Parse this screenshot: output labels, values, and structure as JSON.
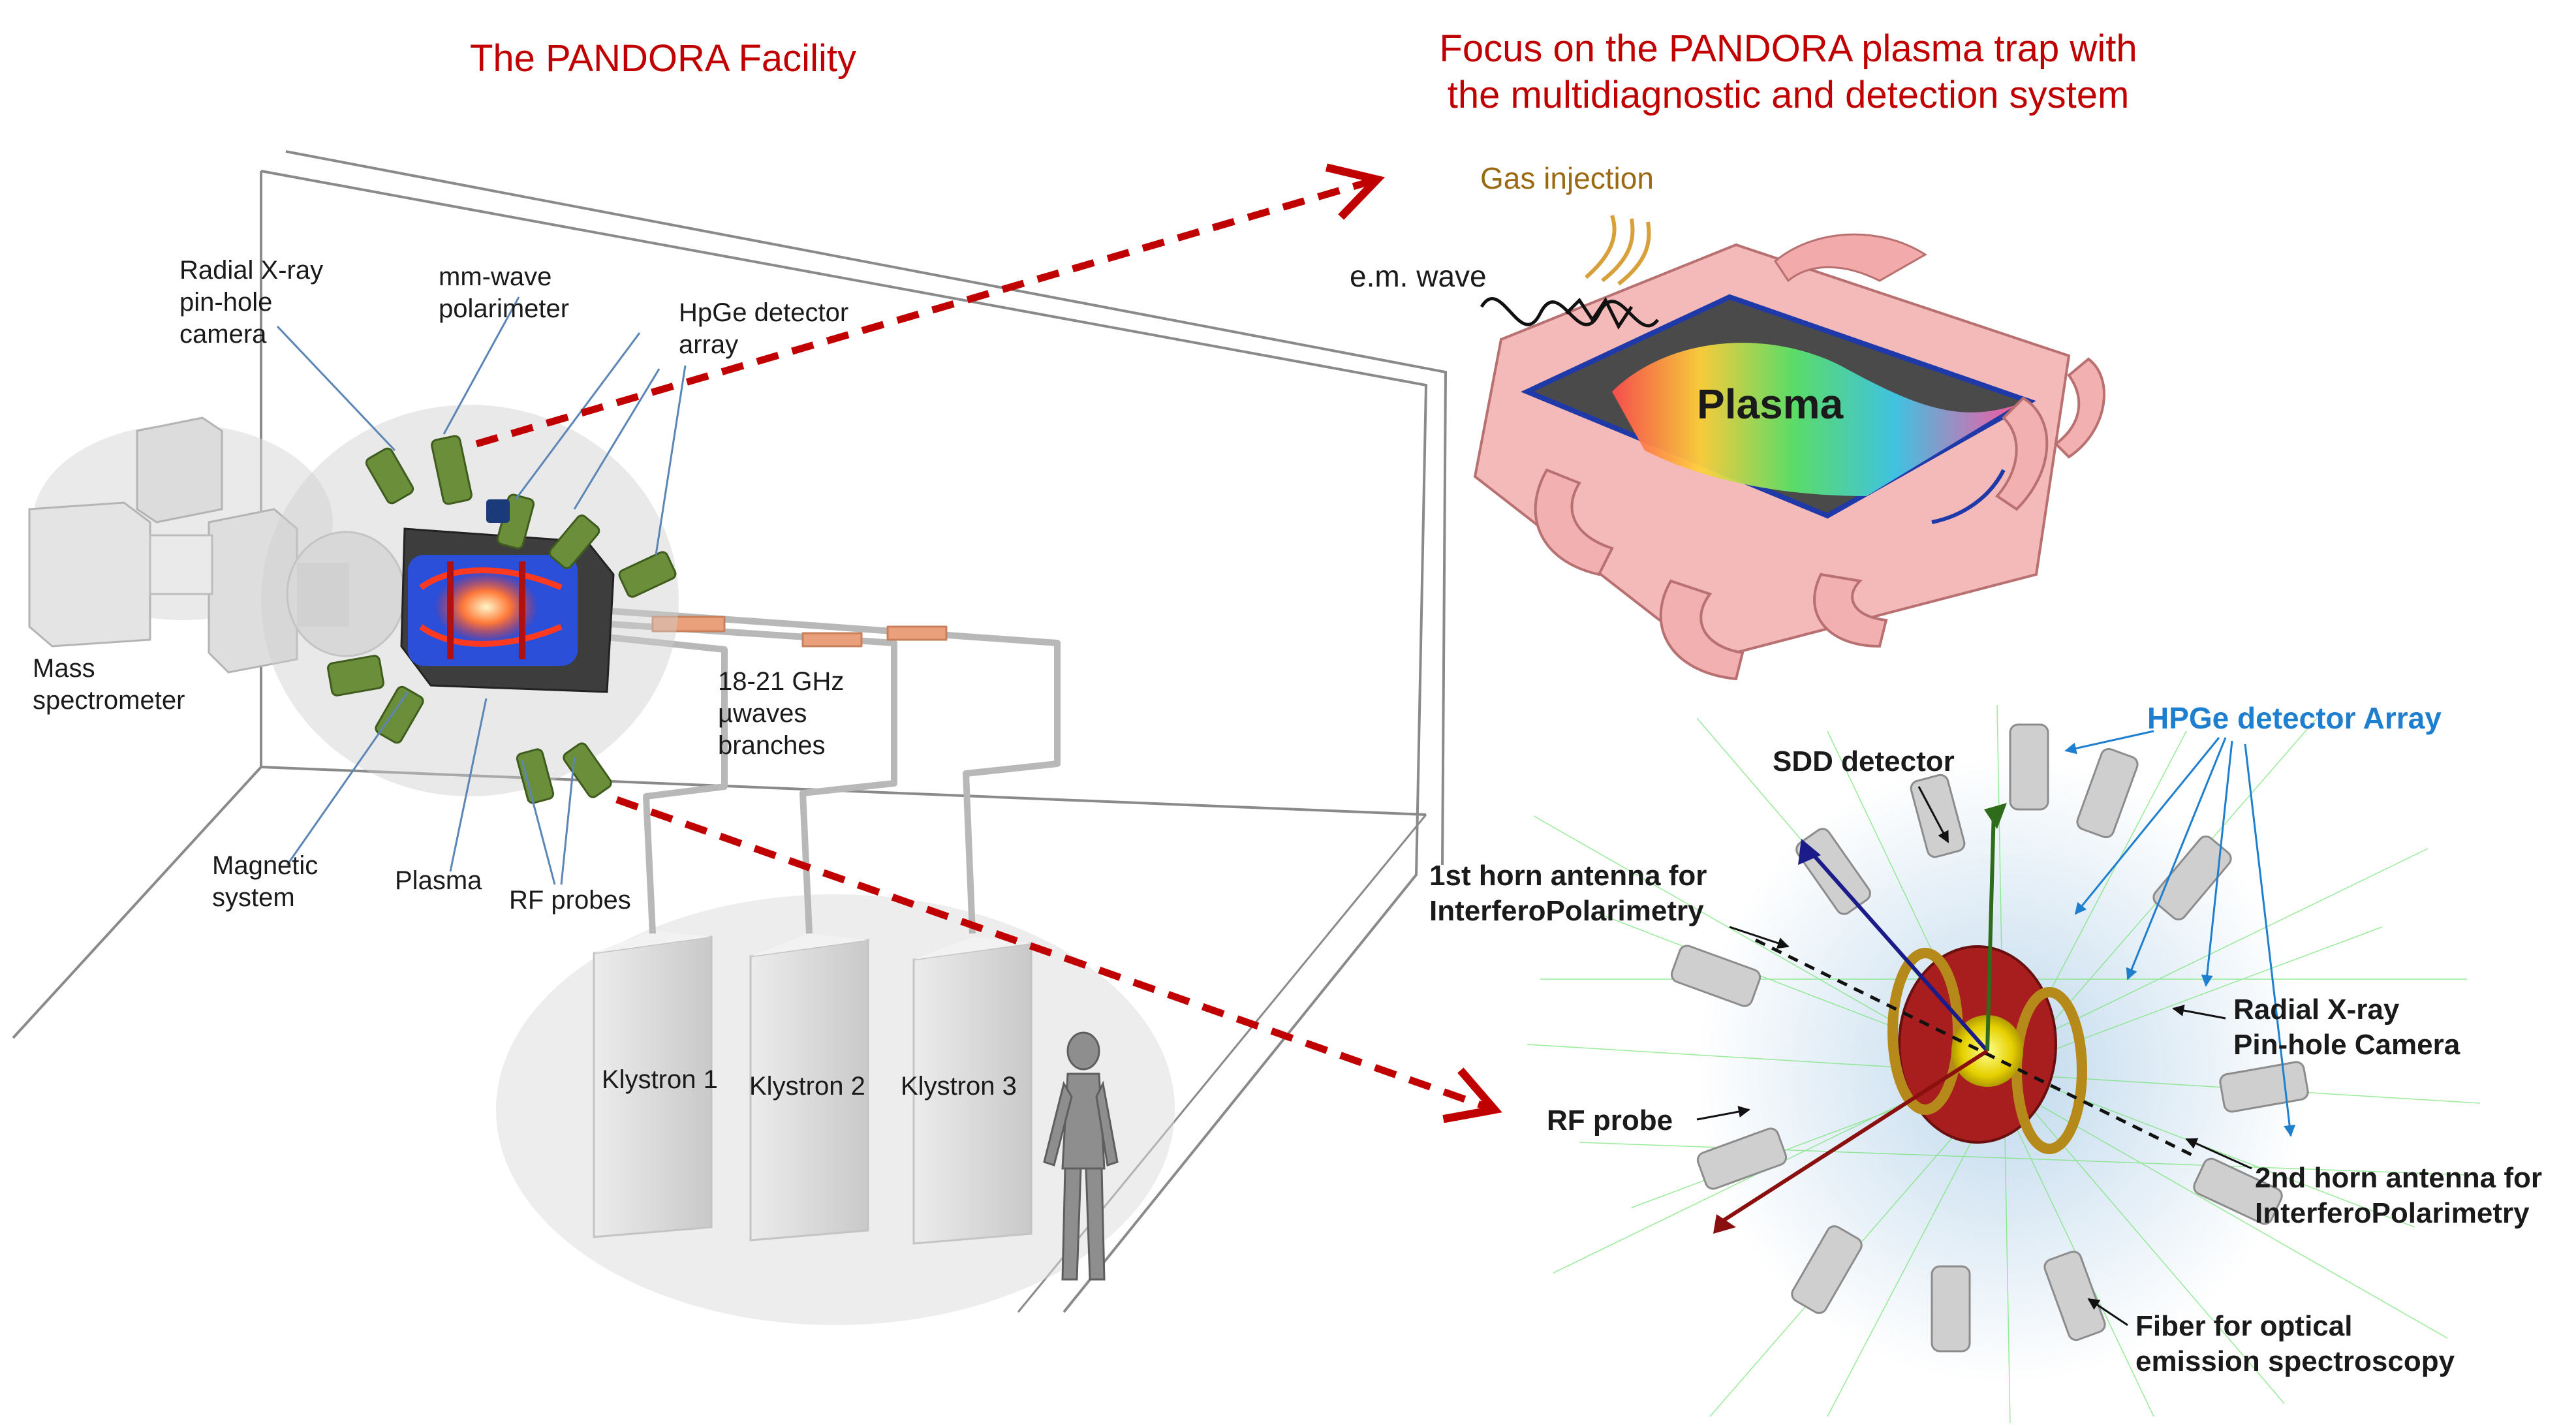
{
  "titles": {
    "facility": "The PANDORA Facility",
    "focus_line1": "Focus on the PANDORA plasma trap with",
    "focus_line2": "the  multidiagnostic and detection system"
  },
  "facility_labels": {
    "xray_camera": [
      "Radial X-ray",
      "pin-hole",
      "camera"
    ],
    "polarimeter": [
      "mm-wave",
      "polarimeter"
    ],
    "hpge": [
      "HpGe detector",
      "array"
    ],
    "mass_spec": [
      "Mass",
      "spectrometer"
    ],
    "microwaves": [
      "18-21 GHz",
      "µwaves",
      "branches"
    ],
    "magnetic": [
      "Magnetic",
      "system"
    ],
    "plasma": "Plasma",
    "rf_probes": "RF probes",
    "klystrons": [
      "Klystron 1",
      "Klystron 2",
      "Klystron 3"
    ]
  },
  "trap_labels": {
    "gas": "Gas injection",
    "em_wave": "e.m. wave",
    "plasma": "Plasma"
  },
  "detector_labels": {
    "hpge_array": "HPGe detector Array",
    "sdd": "SDD detector",
    "horn1": [
      "1st horn antenna for",
      "InterferoPolarimetry"
    ],
    "xray": [
      "Radial X-ray",
      "Pin-hole Camera"
    ],
    "rf_probe": "RF probe",
    "horn2": [
      "2nd horn antenna for",
      "InterferoPolarimetry"
    ],
    "fiber": [
      "Fiber for optical",
      "emission spectroscopy"
    ]
  },
  "colors": {
    "title_red": "#c00000",
    "arrow_red": "#c00000",
    "hpge_blue": "#1f7fcf",
    "gas_gold": "#9a6a12",
    "trap_pink": "#f4b9b9",
    "detector_green": "#5a8a2a"
  }
}
